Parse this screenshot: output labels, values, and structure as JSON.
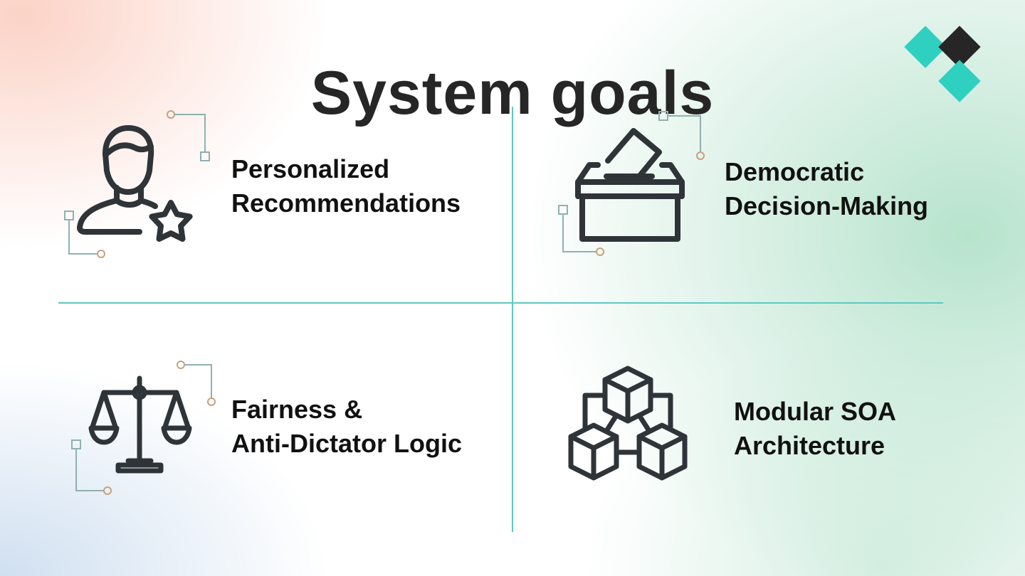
{
  "slide": {
    "title": "System goals"
  },
  "colors": {
    "accent_teal": "#5cc9c2",
    "logo_teal": "#2fd0c0",
    "logo_dark": "#262626",
    "icon_stroke": "#2f3438",
    "deco_tan": "#c9a07c",
    "deco_gray_blue": "#8fb1b0"
  },
  "goals": [
    {
      "icon": "user-star-icon",
      "line1": "Personalized",
      "line2": "Recommendations"
    },
    {
      "icon": "ballot-box-icon",
      "line1": "Democratic",
      "line2": "Decision-Making"
    },
    {
      "icon": "scales-of-justice-icon",
      "line1": "Fairness &",
      "line2": "Anti-Dictator Logic"
    },
    {
      "icon": "modular-cubes-icon",
      "line1": "Modular SOA",
      "line2": "Architecture"
    }
  ]
}
